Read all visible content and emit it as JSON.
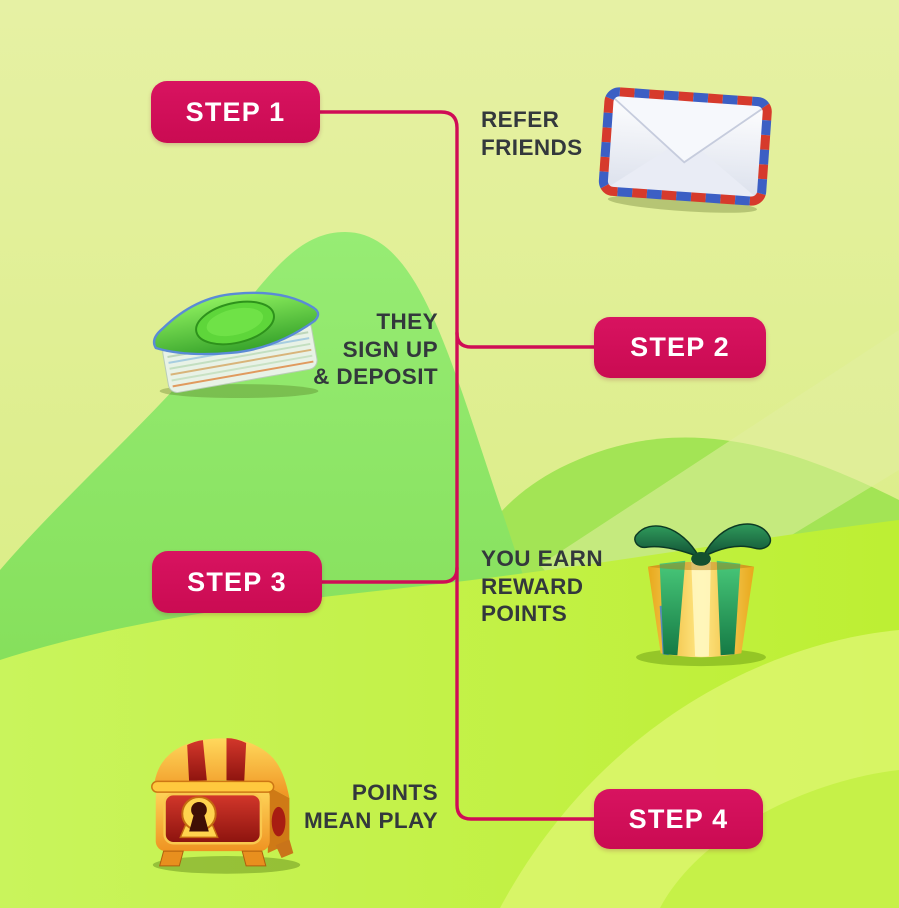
{
  "title": "Refer-a-friend four step infographic",
  "colors": {
    "accent_pink": "#cf0d56",
    "button_text": "#ffffff",
    "caption_text": "#33383c",
    "background_top": "#e6f1a4",
    "background_bottom": "#d8ec80",
    "hill_green": "#8ee86c",
    "bottom_chartreuse": "#c3f245"
  },
  "steps": [
    {
      "button_label": "STEP 1",
      "caption_lines": [
        "REFER",
        "FRIENDS"
      ],
      "icon": "airmail-envelope-icon"
    },
    {
      "button_label": "STEP 2",
      "caption_lines": [
        "THEY",
        "SIGN UP",
        "& DEPOSIT"
      ],
      "icon": "money-stack-icon"
    },
    {
      "button_label": "STEP 3",
      "caption_lines": [
        "YOU EARN",
        "REWARD",
        "POINTS"
      ],
      "icon": "gift-box-icon"
    },
    {
      "button_label": "STEP 4",
      "caption_lines": [
        "POINTS",
        "MEAN PLAY"
      ],
      "icon": "treasure-chest-icon"
    }
  ]
}
